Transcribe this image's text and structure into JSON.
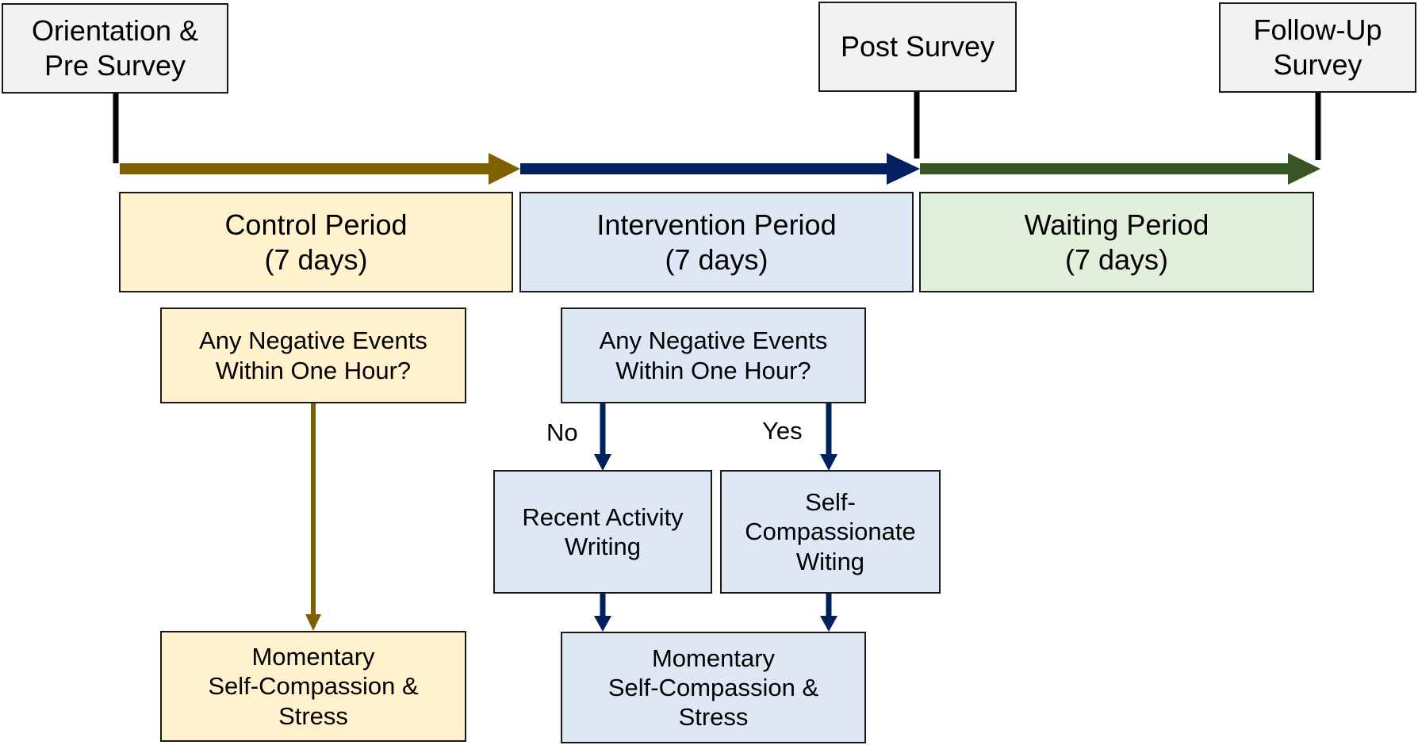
{
  "milestones": {
    "orientation": [
      "Orientation &",
      "Pre Survey"
    ],
    "post": [
      "Post Survey"
    ],
    "followup": [
      "Follow-Up",
      "Survey"
    ]
  },
  "periods": {
    "control": [
      "Control Period",
      "(7 days)"
    ],
    "intervention": [
      "Intervention Period",
      "(7 days)"
    ],
    "waiting": [
      "Waiting Period",
      "(7 days)"
    ]
  },
  "control_flow": {
    "question": [
      "Any Negative Events",
      "Within One Hour?"
    ],
    "measure": [
      "Momentary",
      "Self-Compassion &",
      "Stress"
    ]
  },
  "intervention_flow": {
    "question": [
      "Any Negative Events",
      "Within One Hour?"
    ],
    "no_label": "No",
    "yes_label": "Yes",
    "no_branch": [
      "Recent Activity",
      "Writing"
    ],
    "yes_branch": [
      "Self-",
      "Compassionate",
      "Witing"
    ],
    "measure": [
      "Momentary",
      "Self-Compassion &",
      "Stress"
    ]
  },
  "colors": {
    "control_arrow": "#7f6000",
    "intervention_arrow": "#002060",
    "waiting_arrow": "#375623",
    "control_fill": "#fff2cc",
    "intervention_fill": "#dee8f5",
    "waiting_fill": "#e2efda",
    "milestone_fill": "#f2f2f2"
  }
}
